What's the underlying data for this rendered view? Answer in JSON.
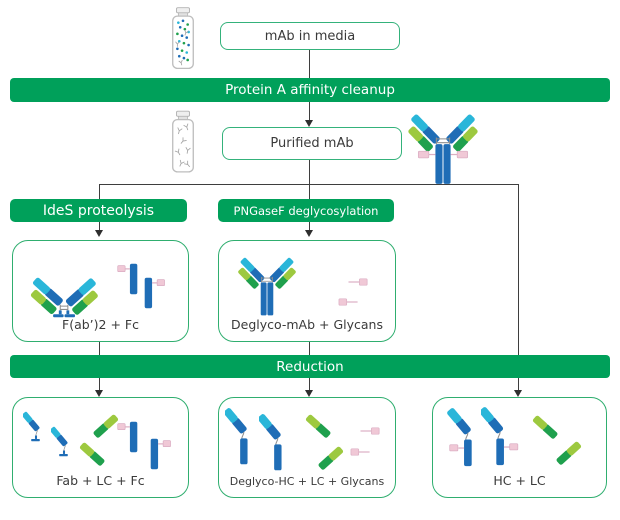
{
  "palette": {
    "banner_green": "#00a05a",
    "box_border_green": "#34b27b",
    "flow_line_gray": "#3e3e3e",
    "label_text": "#3a3a3a",
    "heavy_chain_blue": "#1f6db6",
    "heavy_chain_cyan": "#2ab6d9",
    "light_chain_light_green": "#9dc93f",
    "light_chain_green": "#1fa04d",
    "glycan_pink": "#f0c8d6"
  },
  "nodes": {
    "mab_in_media": {
      "label": "mAb in media"
    },
    "protein_a_cleanup": {
      "label": "Protein A affinity cleanup"
    },
    "purified_mab": {
      "label": "Purified mAb"
    },
    "ides_proteolysis": {
      "label": "IdeS proteolysis"
    },
    "pngasef_deglycosylation": {
      "label": "PNGaseF deglycosylation"
    },
    "fab2_fc": {
      "label": "F(ab’)2 + Fc"
    },
    "deglyco_mab_glycans": {
      "label": "Deglyco-mAb + Glycans"
    },
    "reduction": {
      "label": "Reduction"
    },
    "fab_lc_fc": {
      "label": "Fab + LC + Fc"
    },
    "deglyco_hc_lc_glycans": {
      "label": "Deglyco-HC + LC + Glycans"
    },
    "hc_lc": {
      "label": "HC + LC"
    }
  },
  "icons": {
    "vial-media-icon": "vial with suspended mAb and media particles",
    "vial-purified-icon": "vial with purified antibodies",
    "mab-icon": "intact glycosylated antibody (Y shape, pink glycans)",
    "fab2-icon": "F(ab')2 fragment (V shape with hinge stubs)",
    "fc-icon": "Fc fragment (blue bar with pink glycan)",
    "fab-icon": "Fab fragment",
    "lc-icon": "light chain (green bar)",
    "hc-icon": "heavy chain (cyan/blue arm with stem)",
    "glycan-icon": "released glycan (pink square with stem)"
  }
}
